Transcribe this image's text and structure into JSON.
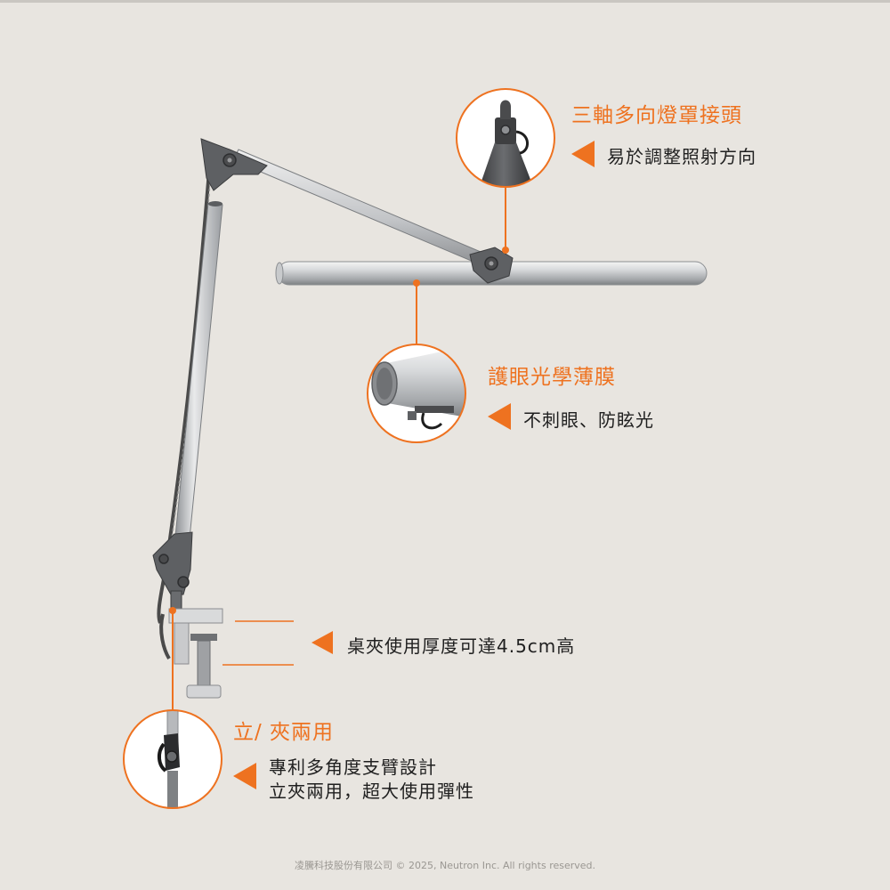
{
  "callouts": {
    "joint": {
      "title": "三軸多向燈罩接頭",
      "desc": "易於調整照射方向"
    },
    "film": {
      "title": "護眼光學薄膜",
      "desc": "不刺眼、防眩光"
    },
    "clamp": {
      "desc": "桌夾使用厚度可達4.5cm高"
    },
    "stand": {
      "title": "立/ 夾兩用",
      "desc_line1": "專利多角度支臂設計",
      "desc_line2": "立夾兩用，超大使用彈性"
    }
  },
  "footer": {
    "copyright": "凌騰科技股份有限公司 © 2025, Neutron Inc. All rights reserved."
  },
  "colors": {
    "background": "#e8e5e0",
    "accent": "#ee7220",
    "text": "#1f1f1f"
  }
}
